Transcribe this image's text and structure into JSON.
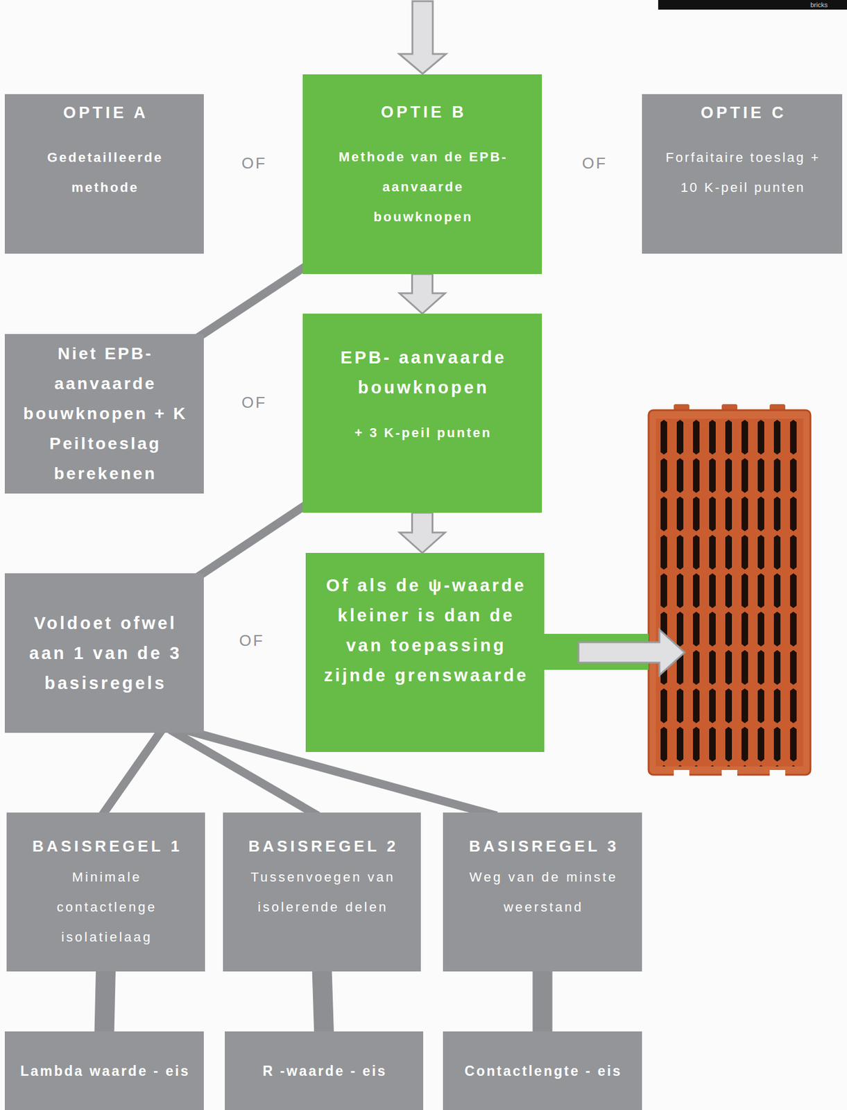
{
  "diagram": {
    "nodes": [
      {
        "text": [
          "OPTIE A",
          "Gedetailleerde methode"
        ]
      },
      {
        "text": [
          "OPTIE B",
          "Methode van de EPB- aanvaarde bouwknopen"
        ]
      },
      {
        "text": [
          "OPTIE C",
          "Forfaitaire toeslag + 10 K-peil punten"
        ]
      },
      {
        "text": [
          "Niet EPB- aanvaarde bouwknopen + K Peiltoeslag berekenen"
        ]
      },
      {
        "text": [
          "EPB- aanvaarde bouwknopen",
          "+ 3 K-peil punten"
        ]
      },
      {
        "text": [
          "Voldoet ofwel aan 1 van de 3 basisregels"
        ]
      },
      {
        "text": [
          "Of als de ψ-waarde kleiner is dan de van toepassing zijnde grenswaarde"
        ]
      },
      {
        "text": [
          "BASISREGEL 1",
          "Minimale contactlenge isolatielaag"
        ]
      },
      {
        "text": [
          "BASISREGEL 2",
          "Tussenvoegen van isolerende delen"
        ]
      },
      {
        "text": [
          "BASISREGEL 3",
          "Weg van de minste weerstand"
        ]
      },
      {
        "text": [
          "Lambda waarde - eis"
        ]
      },
      {
        "text": [
          "R -waarde - eis"
        ]
      },
      {
        "text": [
          "Contactlengte - eis"
        ]
      }
    ],
    "edges": [
      {
        "from": 1,
        "to": 4,
        "arrow": "to"
      },
      {
        "from": 4,
        "to": 6,
        "arrow": "to"
      },
      {
        "from": 1,
        "to": 3,
        "arrow": "none"
      },
      {
        "from": 4,
        "to": 5,
        "arrow": "none"
      },
      {
        "from": 5,
        "to": 7,
        "arrow": "none"
      },
      {
        "from": 5,
        "to": 8,
        "arrow": "none"
      },
      {
        "from": 5,
        "to": 9,
        "arrow": "none"
      },
      {
        "from": 7,
        "to": 10,
        "arrow": "none"
      },
      {
        "from": 8,
        "to": 11,
        "arrow": "none"
      },
      {
        "from": 9,
        "to": 12,
        "arrow": "none"
      }
    ],
    "labels": [
      "bricks",
      "OF",
      "OF",
      "OF",
      "OF"
    ]
  }
}
